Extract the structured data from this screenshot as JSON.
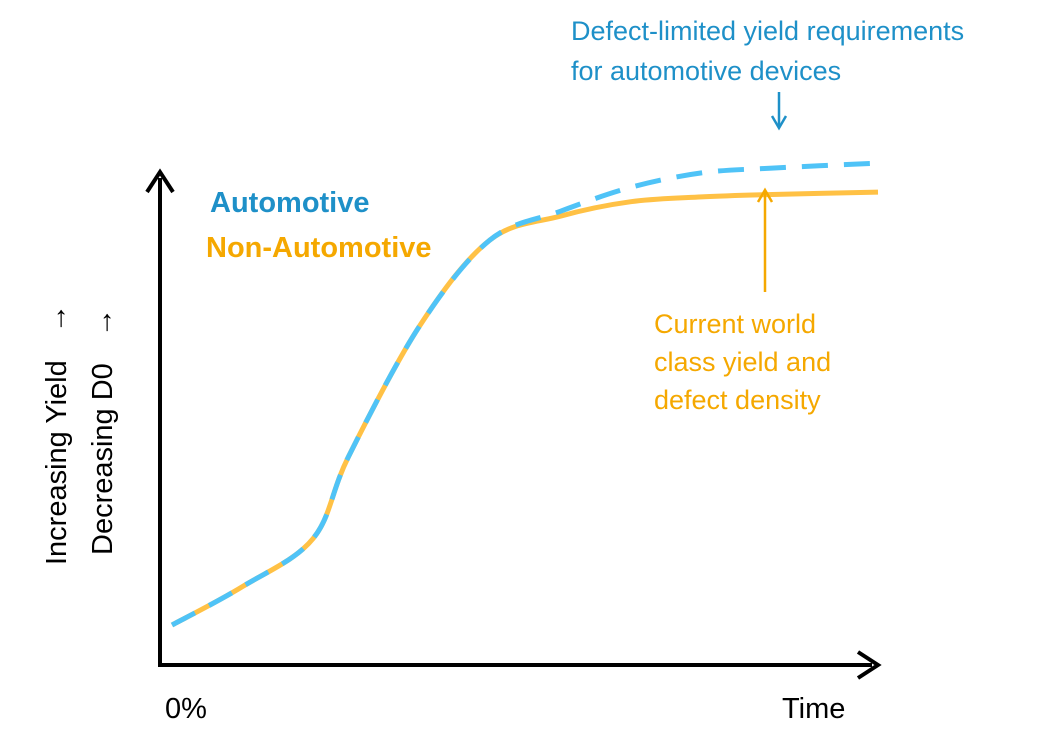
{
  "chart_data": {
    "type": "line",
    "title": "",
    "xlabel": "Time",
    "ylabel": [
      "Increasing Yield",
      "Decreasing D0"
    ],
    "x_tick_labels": [
      "0%"
    ],
    "ylim": [
      0,
      100
    ],
    "xlim": [
      0,
      100
    ],
    "grid": false,
    "legend_position": "top-left",
    "x": [
      0,
      10,
      20,
      25,
      35,
      45,
      55,
      65,
      75,
      85,
      100
    ],
    "series": [
      {
        "name": "Automotive",
        "color": "#4FC3F7",
        "style": "dashed",
        "values": [
          0,
          8,
          18,
          35,
          62,
          80,
          86,
          91,
          94,
          95,
          96
        ]
      },
      {
        "name": "Non-Automotive",
        "color": "#FFC145",
        "style": "solid",
        "values": [
          0,
          8,
          18,
          35,
          62,
          80,
          85,
          88,
          89,
          89.5,
          90
        ]
      }
    ],
    "annotations": [
      {
        "name": "automotive",
        "lines": [
          "Defect-limited yield requirements",
          "for automotive devices"
        ],
        "color": "#1E90C8",
        "points_to": "Automotive"
      },
      {
        "name": "non-automotive",
        "lines": [
          "Current world",
          "class yield and",
          "defect density"
        ],
        "color": "#F5A800",
        "points_to": "Non-Automotive"
      }
    ],
    "legend_label_colors": [
      "#1E90C8",
      "#F5A800"
    ]
  }
}
